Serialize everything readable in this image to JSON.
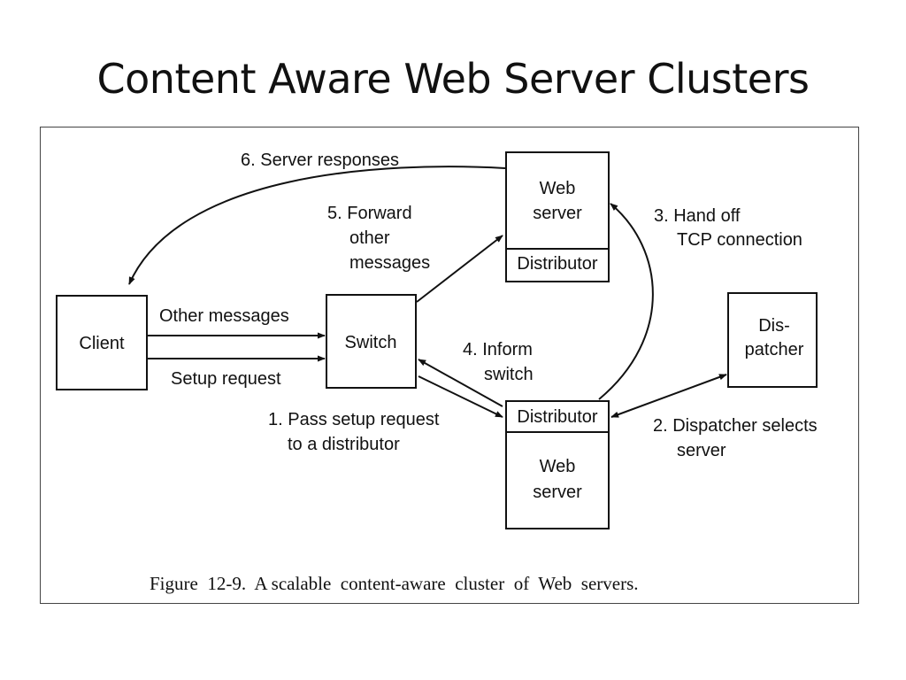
{
  "slide": {
    "title": "Content Aware Web Server Clusters"
  },
  "figure": {
    "caption": "Figure  12-9.  A scalable  content-aware  cluster  of  Web  servers.",
    "nodes": {
      "client": "Client",
      "switch": "Switch",
      "web_server_top": [
        "Web",
        "server"
      ],
      "distributor_top": "Distributor",
      "distributor_bottom": "Distributor",
      "web_server_bottom": [
        "Web",
        "server"
      ],
      "dispatcher": [
        "Dis-",
        "patcher"
      ]
    },
    "edges": {
      "other_messages": "Other messages",
      "setup_request": "Setup request",
      "step1": [
        "1. Pass setup request",
        "to a distributor"
      ],
      "step2": [
        "2. Dispatcher selects",
        "server"
      ],
      "step3": [
        "3. Hand off",
        "TCP connection"
      ],
      "step4": [
        "4. Inform",
        "switch"
      ],
      "step5": [
        "5. Forward",
        "other",
        "messages"
      ],
      "step6": "6. Server responses"
    }
  }
}
